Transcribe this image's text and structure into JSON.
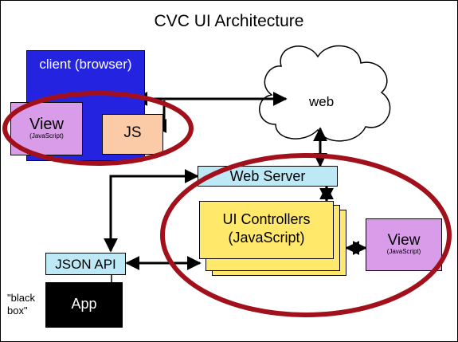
{
  "title": "CVC UI Architecture",
  "client_label": "client (browser)",
  "view_left": {
    "label": "View",
    "sub": "(JavaScript)"
  },
  "js_label": "JS",
  "web_label": "web",
  "web_server_label": "Web Server",
  "ui_controllers": {
    "line1": "UI Controllers",
    "line2": "(JavaScript)"
  },
  "view_right": {
    "label": "View",
    "sub": "(JavaScript)"
  },
  "json_api_label": "JSON API",
  "app_label": "App",
  "black_box_note": {
    "line1": "\"black",
    "line2": "box\""
  },
  "colors": {
    "client": "#2424E0",
    "view": "#D89CE8",
    "js": "#FBCBA8",
    "web_server": "#BDE9F7",
    "ui_controllers": "#FFE86A",
    "json_api": "#BDE9F7",
    "app": "#000000",
    "highlight_ring": "#A2111B"
  }
}
